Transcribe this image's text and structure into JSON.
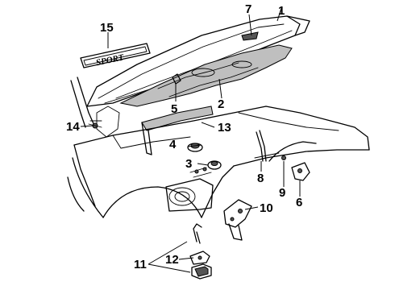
{
  "callouts": {
    "c1": "1",
    "c2": "2",
    "c3": "3",
    "c4": "4",
    "c5": "5",
    "c6": "6",
    "c7": "7",
    "c8": "8",
    "c9": "9",
    "c10": "10",
    "c11": "11",
    "c12": "12",
    "c13": "13",
    "c14": "14",
    "c15": "15"
  },
  "emblem_text": "SPORT"
}
